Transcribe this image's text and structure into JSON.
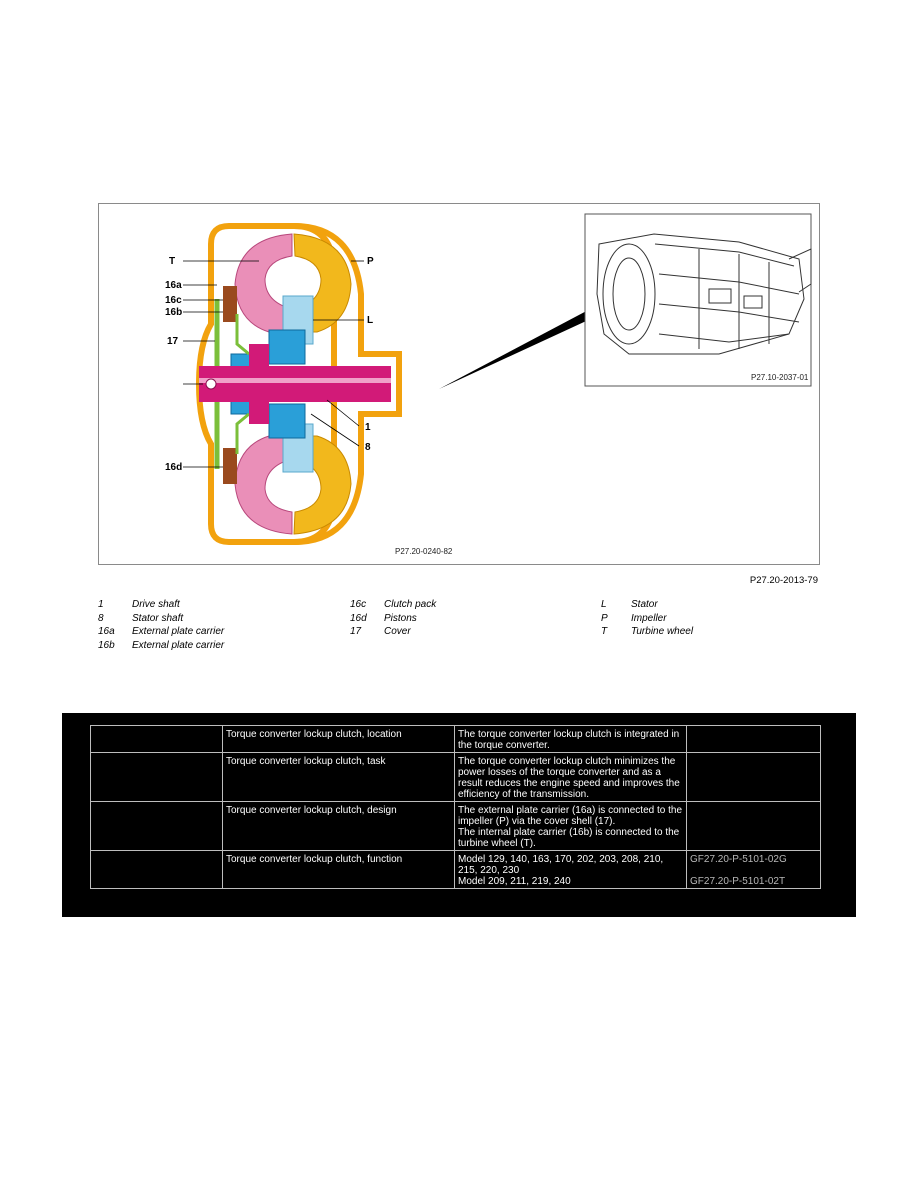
{
  "figure": {
    "main_code": "P27.20-0240-82",
    "inset_code": "P27.10-2037-01",
    "figure_code": "P27.20-2013-79",
    "labels": {
      "T": "T",
      "P": "P",
      "L": "L",
      "l16a": "16a",
      "l16c": "16c",
      "l16b": "16b",
      "l17": "17",
      "l16d": "16d",
      "l1": "1",
      "l8": "8"
    },
    "colors": {
      "impeller": "#f2b81c",
      "housing": "#f2a20e",
      "turbine": "#ea8fb8",
      "shaft": "#d21a78",
      "stator": "#a7d8ee",
      "hub": "#2a9fd8",
      "clutch": "#7bbf3a",
      "plates": "#9a4a1e"
    }
  },
  "legend": [
    [
      {
        "key": "1",
        "text": "Drive shaft"
      },
      {
        "key": "8",
        "text": "Stator shaft"
      },
      {
        "key": "16a",
        "text": "External plate carrier"
      },
      {
        "key": "16b",
        "text": "External plate carrier"
      }
    ],
    [
      {
        "key": "16c",
        "text": "Clutch pack"
      },
      {
        "key": "16d",
        "text": "Pistons"
      },
      {
        "key": "17",
        "text": "Cover"
      }
    ],
    [
      {
        "key": "L",
        "text": "Stator"
      },
      {
        "key": "P",
        "text": "Impeller"
      },
      {
        "key": "T",
        "text": "Turbine wheel"
      }
    ]
  ],
  "table": {
    "rows": [
      {
        "col1": "",
        "col2": "Torque converter lockup clutch, location",
        "col3a": "The torque converter lockup clutch is integrated in the torque converter.",
        "col3b": "",
        "col4a": "",
        "col4b": ""
      },
      {
        "col1": "",
        "col2": "Torque converter lockup clutch, task",
        "col3a": "The torque converter lockup clutch minimizes the power losses of the torque converter and as a result reduces the engine speed and improves the efficiency of the transmission.",
        "col3b": "",
        "col4a": "",
        "col4b": ""
      },
      {
        "col1": "",
        "col2": "Torque converter lockup clutch, design",
        "col3a": "The external plate carrier (16a) is connected to the impeller (P) via the cover shell (17).",
        "col3b": "The internal plate carrier (16b) is connected to the turbine wheel (T).",
        "col4a": "",
        "col4b": ""
      },
      {
        "col1": "",
        "col2": "Torque converter lockup clutch, function",
        "col3a": "Model 129, 140, 163, 170, 202, 203, 208, 210, 215, 220, 230",
        "col3b": "Model 209, 211, 219, 240",
        "col4a": "GF27.20-P-5101-02G",
        "col4b": "GF27.20-P-5101-02T"
      }
    ]
  }
}
